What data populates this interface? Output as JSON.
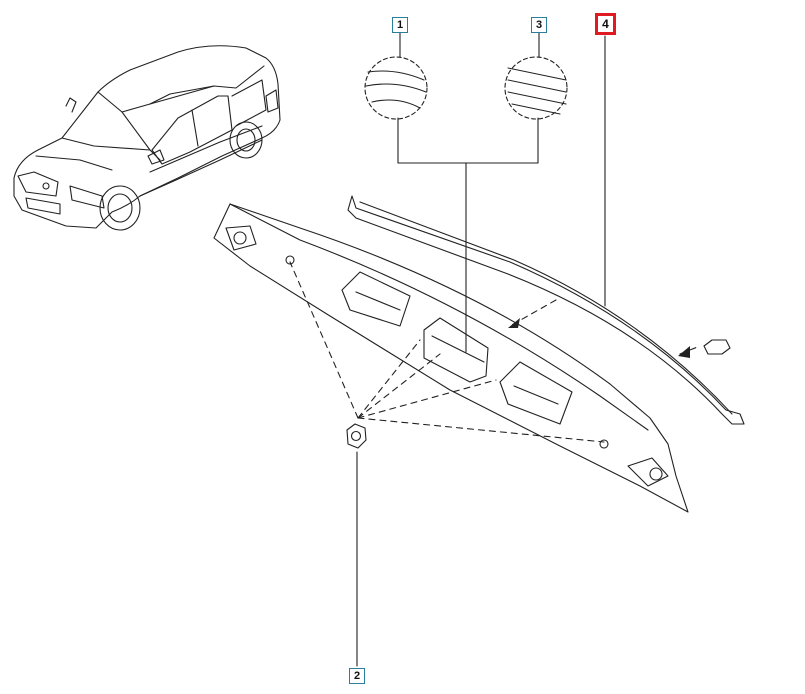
{
  "colors": {
    "callout_border": "#2a7f9a",
    "selected_border": "#e01a22",
    "line": "#222222"
  },
  "callouts": [
    {
      "label": "1",
      "selected": false
    },
    {
      "label": "3",
      "selected": false
    },
    {
      "label": "4",
      "selected": true
    },
    {
      "label": "2",
      "selected": false
    }
  ],
  "parts": {
    "vehicle": "car-sedan-illustration",
    "panel": "tailgate-trim-panel",
    "strip": "trim-strip",
    "clip": "clip-fastener",
    "detail_1": "detail-circle-1",
    "detail_3": "detail-circle-3",
    "direction_icon": "arrow-to-label-icon"
  }
}
